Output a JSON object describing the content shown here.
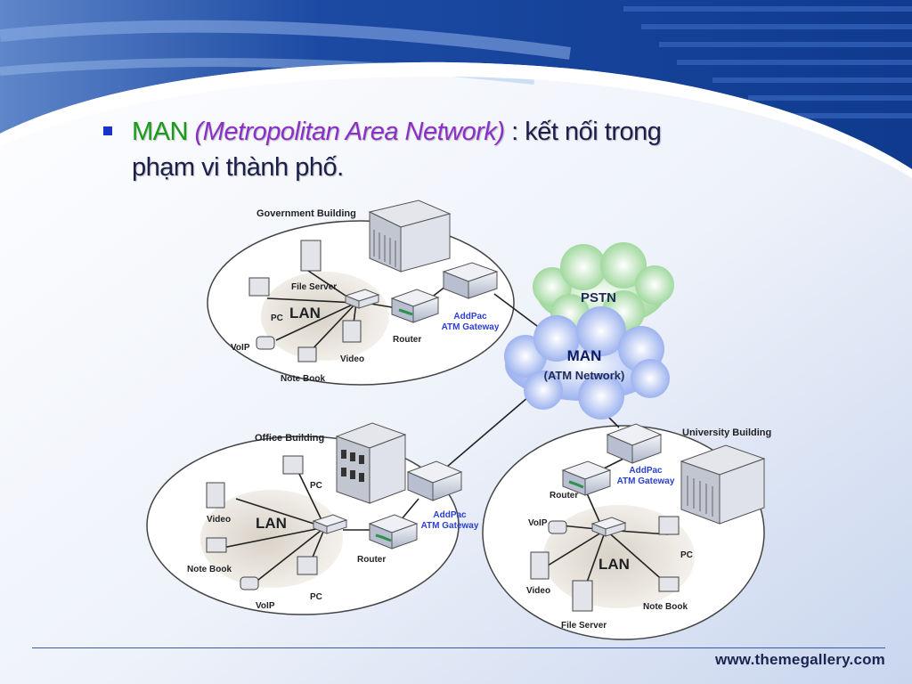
{
  "slide": {
    "bullet": {
      "term": "MAN",
      "expansion": "(Metropolitan Area Network)",
      "separator": ":",
      "description_line1": "kết nối trong",
      "description_line2": "phạm vi thành phố."
    },
    "footer_url": "www.themegallery.com"
  },
  "diagram": {
    "central_cloud": {
      "title": "MAN",
      "subtitle": "(ATM Network)"
    },
    "pstn_cloud": "PSTN",
    "government": {
      "title": "Government Building",
      "lan": "LAN",
      "file_server": "File Server",
      "pc": "PC",
      "voip": "VoIP",
      "notebook": "Note Book",
      "video": "Video",
      "router": "Router",
      "gateway_line1": "AddPac",
      "gateway_line2": "ATM Gateway"
    },
    "office": {
      "title": "Office Building",
      "lan": "LAN",
      "pc_top": "PC",
      "video": "Video",
      "notebook": "Note Book",
      "voip": "VoIP",
      "pc_bottom": "PC",
      "router": "Router",
      "gateway_line1": "AddPac",
      "gateway_line2": "ATM Gateway"
    },
    "university": {
      "title": "University Building",
      "lan": "LAN",
      "router": "Router",
      "gateway_line1": "AddPac",
      "gateway_line2": "ATM Gateway",
      "voip": "VoIP",
      "pc": "PC",
      "video": "Video",
      "notebook": "Note Book",
      "file_server": "File Server"
    }
  },
  "colors": {
    "header_blue": "#1f4fa8",
    "term_green": "#1a9c1a",
    "expansion_purple": "#8b2fc9",
    "gateway_label_blue": "#2b3fd0"
  }
}
